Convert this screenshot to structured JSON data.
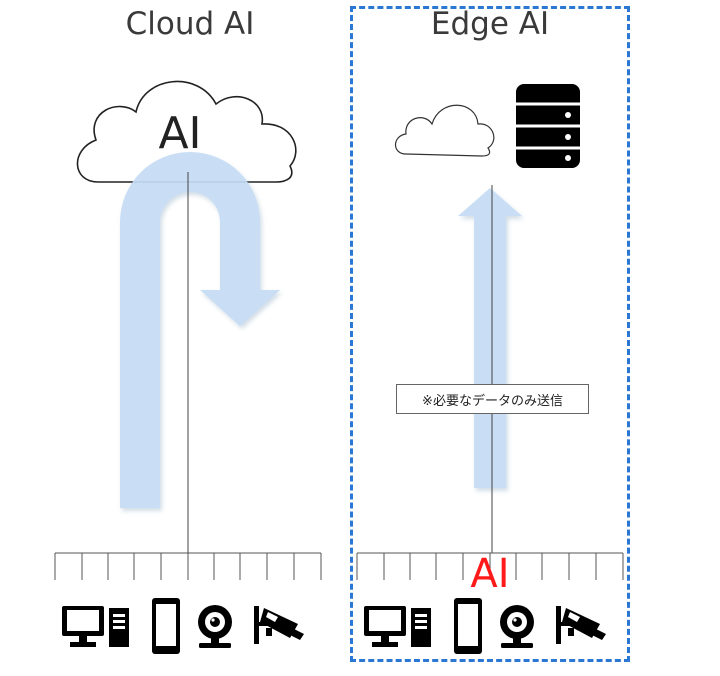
{
  "cloud_section": {
    "title": "Cloud AI",
    "ai_label": "AI"
  },
  "edge_section": {
    "title": "Edge AI",
    "ai_label": "AI",
    "note": "※必要なデータのみ送信"
  },
  "icons": [
    "cloud-icon",
    "server-database-icon",
    "desktop-pc-icon",
    "smartphone-icon",
    "webcam-icon",
    "security-camera-icon"
  ],
  "colors": {
    "frame": "#2b78d4",
    "arrow": "#c5dcf4",
    "edge_ai": "#ff1a1a"
  }
}
